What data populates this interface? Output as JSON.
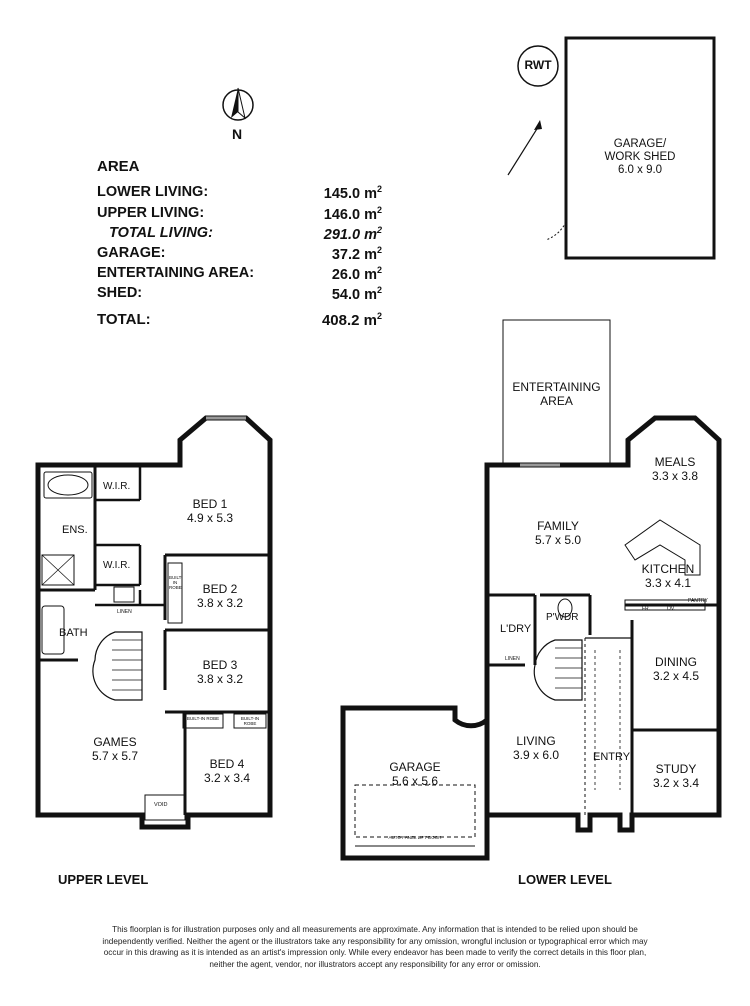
{
  "compass": {
    "label": "N"
  },
  "area": {
    "title": "AREA",
    "rows": [
      {
        "label": "LOWER LIVING:",
        "value": "145.0 m"
      },
      {
        "label": "UPPER LIVING:",
        "value": "146.0 m"
      },
      {
        "label": "TOTAL LIVING:",
        "value": "291.0 m"
      },
      {
        "label": "GARAGE:",
        "value": "37.2 m"
      },
      {
        "label": "ENTERTAINING AREA:",
        "value": "26.0 m"
      },
      {
        "label": "SHED:",
        "value": "54.0 m"
      },
      {
        "label": "TOTAL:",
        "value": "408.2 m"
      }
    ],
    "unit_sup": "2"
  },
  "rwt": "RWT",
  "shed": {
    "name": "GARAGE/\nWORK SHED",
    "name1": "GARAGE/",
    "name2": "WORK SHED",
    "size": "6.0 x 9.0"
  },
  "upper": {
    "label": "UPPER LEVEL",
    "rooms": {
      "bed1": {
        "name": "BED 1",
        "size": "4.9 x 5.3"
      },
      "bed2": {
        "name": "BED 2",
        "size": "3.8 x 3.2"
      },
      "bed3": {
        "name": "BED 3",
        "size": "3.8 x 3.2"
      },
      "bed4": {
        "name": "BED 4",
        "size": "3.2 x 3.4"
      },
      "games": {
        "name": "GAMES",
        "size": "5.7 x 5.7"
      },
      "ens": "ENS.",
      "bath": "BATH",
      "wir1": "W.I.R.",
      "wir2": "W.I.R.",
      "linen": "LINEN",
      "builtin1": "BUILT-IN ROBE",
      "builtin2": "BUILT-IN ROBE",
      "builtin3": "BUILT-IN ROBE",
      "void": "VOID"
    }
  },
  "lower": {
    "label": "LOWER LEVEL",
    "rooms": {
      "entertaining": {
        "name1": "ENTERTAINING",
        "name2": "AREA"
      },
      "meals": {
        "name": "MEALS",
        "size": "3.3 x 3.8"
      },
      "family": {
        "name": "FAMILY",
        "size": "5.7 x 5.0"
      },
      "kitchen": {
        "name": "KITCHEN",
        "size": "3.3 x 4.1"
      },
      "ldry": "L'DRY",
      "pwdr": "P'WDR",
      "linen": "LINEN",
      "pantry": "PANTRY",
      "fr": "FR.",
      "ov": "OV.",
      "dining": {
        "name": "DINING",
        "size": "3.2 x 4.5"
      },
      "living": {
        "name": "LIVING",
        "size": "3.9 x 6.0"
      },
      "entry": "ENTRY",
      "study": {
        "name": "STUDY",
        "size": "3.2 x 3.4"
      },
      "garage": {
        "name": "GARAGE",
        "size": "5.6 x 5.6"
      },
      "garage_door": "AUTO PANEL LIFT DOOR"
    }
  },
  "disclaimer": "This floorplan is for illustration purposes only and all measurements are approximate. Any information that is intended to be relied upon should be independently verified. Neither the agent or the illustrators take any responsibility for any omission, wrongful inclusion or typographical error which may occur in this drawing as it is intended as an artist's impression only. While every endeavor has been made to verify the correct details in this floor plan, neither the agent, vendor, nor illustrators accept any responsibility for any error or omission."
}
